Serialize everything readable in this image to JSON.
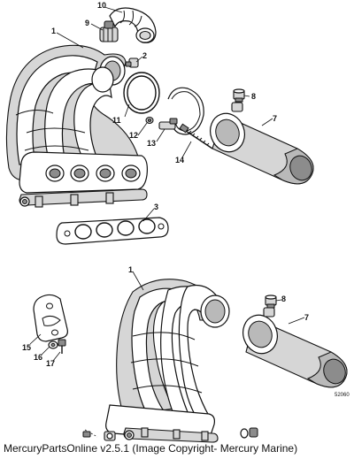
{
  "callouts": {
    "c1_top": "1",
    "c2": "2",
    "c3": "3",
    "c7_top": "7",
    "c8_top": "8",
    "c9": "9",
    "c10": "10",
    "c11": "11",
    "c12": "12",
    "c13": "13",
    "c14": "14",
    "c1_bottom": "1",
    "c7_bottom": "7",
    "c8_bottom": "8",
    "c15": "15",
    "c16": "16",
    "c17": "17"
  },
  "drawing_code": "52060",
  "footer_text": "MercuryPartsOnline v2.5.1 (Image Copyright- Mercury Marine)"
}
